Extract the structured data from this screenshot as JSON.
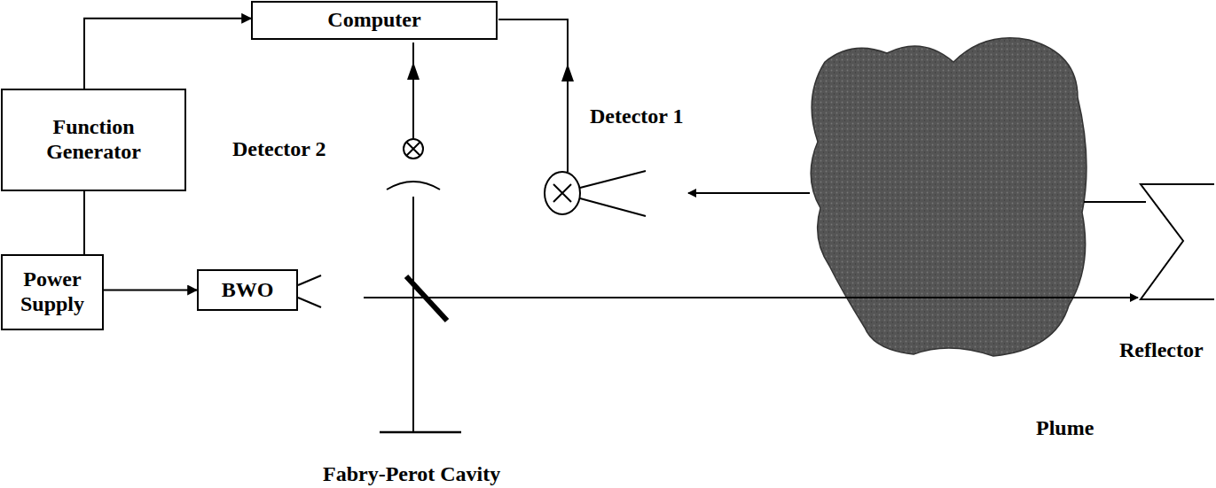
{
  "diagram": {
    "nodes": [
      {
        "text": [
          "Computer"
        ]
      },
      {
        "text": [
          "Function Generator"
        ]
      },
      {
        "text": [
          "Power Supply"
        ]
      },
      {
        "text": [
          "BWO"
        ]
      }
    ],
    "edges": [
      {
        "from": 1,
        "to": 0,
        "arrow": "to"
      },
      {
        "from": 1,
        "to": 2,
        "arrow": "none"
      },
      {
        "from": 2,
        "to": 3,
        "arrow": "to"
      }
    ],
    "labels": [
      "Detector 2",
      "Detector 1",
      "Reflector",
      "Plume",
      "Fabry-Perot Cavity"
    ]
  }
}
